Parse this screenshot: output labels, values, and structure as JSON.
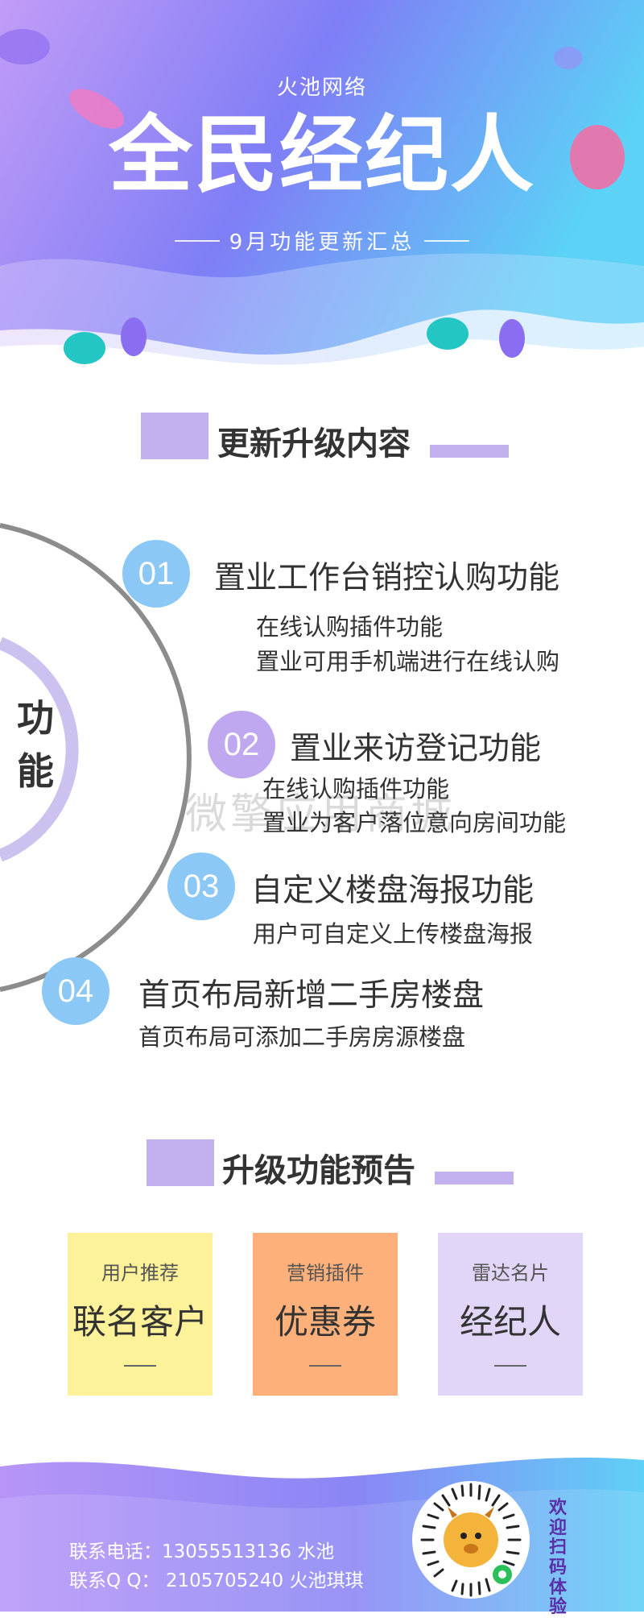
{
  "header": {
    "brand": "火池网络",
    "title": "全民经纪人",
    "subtitle": "9月功能更新汇总",
    "colors": {
      "start": "#b792f6",
      "mid": "#7a7df5",
      "end": "#5ad0f5"
    }
  },
  "section_update": {
    "title": "更新升级内容"
  },
  "features": {
    "side_label_1": "功",
    "side_label_2": "能",
    "watermark": "微擎应用商城",
    "items": [
      {
        "num": "01",
        "title": "置业工作台销控认购功能",
        "desc1": "在线认购插件功能",
        "desc2": "置业可用手机端进行在线认购",
        "color": "#8cc8f5"
      },
      {
        "num": "02",
        "title": "置业来访登记功能",
        "desc1": "在线认购插件功能",
        "desc2": "置业为客户落位意向房间功能",
        "color": "#c0a8f0"
      },
      {
        "num": "03",
        "title": "自定义楼盘海报功能",
        "desc1": "用户可自定义上传楼盘海报",
        "desc2": "",
        "color": "#8cc8f5"
      },
      {
        "num": "04",
        "title": "首页布局新增二手房楼盘",
        "desc1": "首页布局可添加二手房房源楼盘",
        "desc2": "",
        "color": "#8cc8f5"
      }
    ]
  },
  "section_preview": {
    "title": "升级功能预告"
  },
  "preview_cards": [
    {
      "caption": "用户推荐",
      "title": "联名客户",
      "color": "#fdf29a"
    },
    {
      "caption": "营销插件",
      "title": "优惠券",
      "color": "#fdb07a"
    },
    {
      "caption": "雷达名片",
      "title": "经纪人",
      "color": "#e1d6f7"
    }
  ],
  "footer": {
    "phone_line": "联系电话：13055513136 水池",
    "qq_line": "联系Q Q： 2105705240 火池琪琪",
    "welcome": "欢迎扫码体验",
    "qr_icon": "mini-program-qr-icon"
  }
}
